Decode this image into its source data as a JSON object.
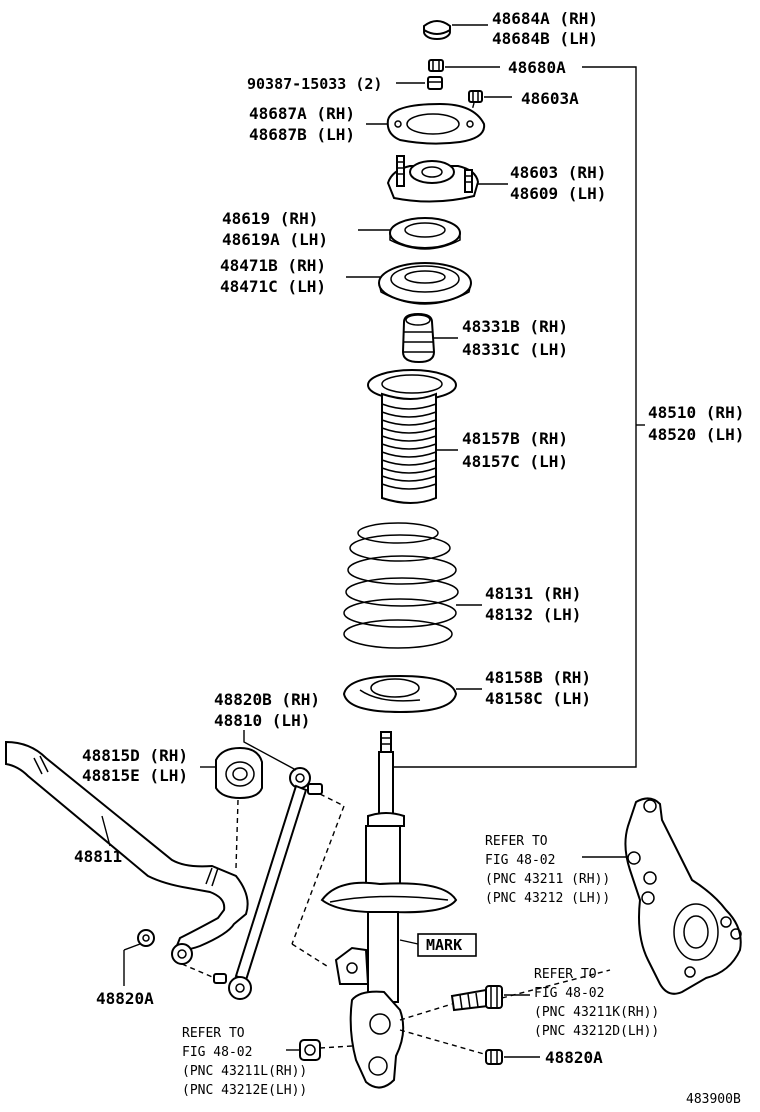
{
  "labels": {
    "cap": [
      "48684A (RH)",
      "48684B (LH)"
    ],
    "nut_top": "48680A",
    "bolt": "90387-15033 (2)",
    "nut_small": "48603A",
    "cover": [
      "48687A (RH)",
      "48687B (LH)"
    ],
    "support": [
      "48603 (RH)",
      "48609 (LH)"
    ],
    "bearing": [
      "48619 (RH)",
      "48619A (LH)"
    ],
    "upper_seat": [
      "48471B (RH)",
      "48471C (LH)"
    ],
    "bumper": [
      "48331B (RH)",
      "48331C (LH)"
    ],
    "boot": [
      "48157B (RH)",
      "48157C (LH)"
    ],
    "spring": [
      "48131 (RH)",
      "48132 (LH)"
    ],
    "lower_insulator": [
      "48158B (RH)",
      "48158C (LH)"
    ],
    "assembly": [
      "48510 (RH)",
      "48520 (LH)"
    ],
    "link": [
      "48820B (RH)",
      "48810 (LH)"
    ],
    "bushing": [
      "48815D (RH)",
      "48815E (LH)"
    ],
    "stab_bar": "48811",
    "nut_left": "48820A",
    "nut_right": "48820A",
    "mark": "MARK",
    "figure_id": "483900B"
  },
  "refs": {
    "knuckle": [
      "REFER TO",
      "FIG 48-02",
      "(PNC 43211 (RH))",
      "(PNC 43212 (LH))"
    ],
    "bolt": [
      "REFER TO",
      "FIG 48-02",
      "(PNC 43211K(RH))",
      "(PNC 43212D(LH))"
    ],
    "nut": [
      "REFER TO",
      "FIG 48-02",
      "(PNC 43211L(RH))",
      "(PNC 43212E(LH))"
    ]
  }
}
